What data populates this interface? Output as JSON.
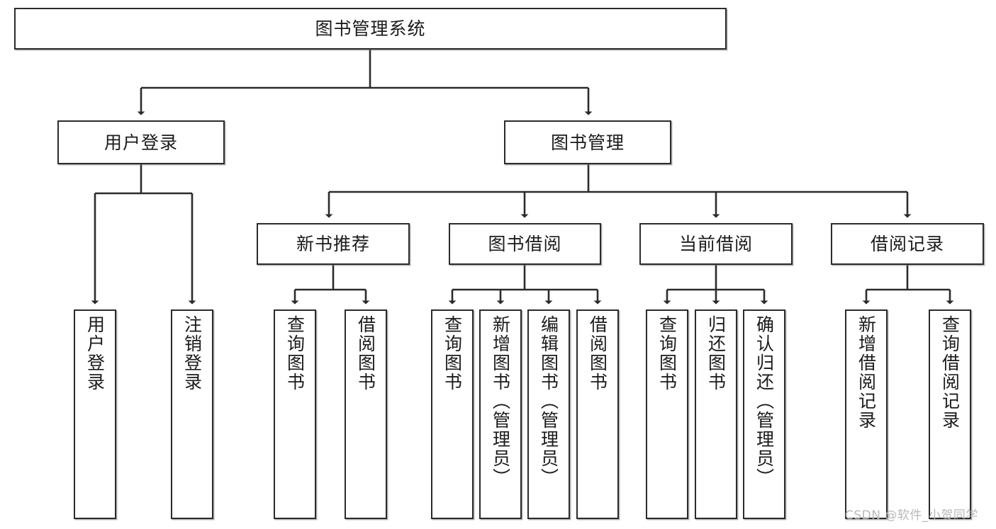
{
  "diagram": {
    "type": "tree-hierarchy",
    "title_node": {
      "label": "图书管理系统"
    },
    "level2": [
      {
        "id": "user-login",
        "label": "用户登录"
      },
      {
        "id": "book-management",
        "label": "图书管理"
      }
    ],
    "level3": [
      {
        "id": "new-book-recommend",
        "label": "新书推荐",
        "parent": "book-management"
      },
      {
        "id": "book-borrow",
        "label": "图书借阅",
        "parent": "book-management"
      },
      {
        "id": "current-borrow",
        "label": "当前借阅",
        "parent": "book-management"
      },
      {
        "id": "borrow-record",
        "label": "借阅记录",
        "parent": "book-management"
      }
    ],
    "leaves": {
      "user_login": [
        {
          "label": "用户登录"
        },
        {
          "label": "注销登录"
        }
      ],
      "new_book_recommend": [
        {
          "label": "查询图书"
        },
        {
          "label": "借阅图书"
        }
      ],
      "book_borrow": [
        {
          "label": "查询图书"
        },
        {
          "label": "新增图书（管理员）"
        },
        {
          "label": "编辑图书（管理员）"
        },
        {
          "label": "借阅图书"
        }
      ],
      "current_borrow": [
        {
          "label": "查询图书"
        },
        {
          "label": "归还图书"
        },
        {
          "label": "确认归还（管理员）"
        }
      ],
      "borrow_record": [
        {
          "label": "新增借阅记录"
        },
        {
          "label": "查询借阅记录"
        }
      ]
    },
    "watermark": "CSDN @软件_小贺同学",
    "colors": {
      "box_border": "#2b2b2b",
      "box_fill": "#ffffff",
      "connector": "#2b2b2b",
      "text": "#1b1b1b",
      "watermark": "#b9b9b9"
    }
  }
}
